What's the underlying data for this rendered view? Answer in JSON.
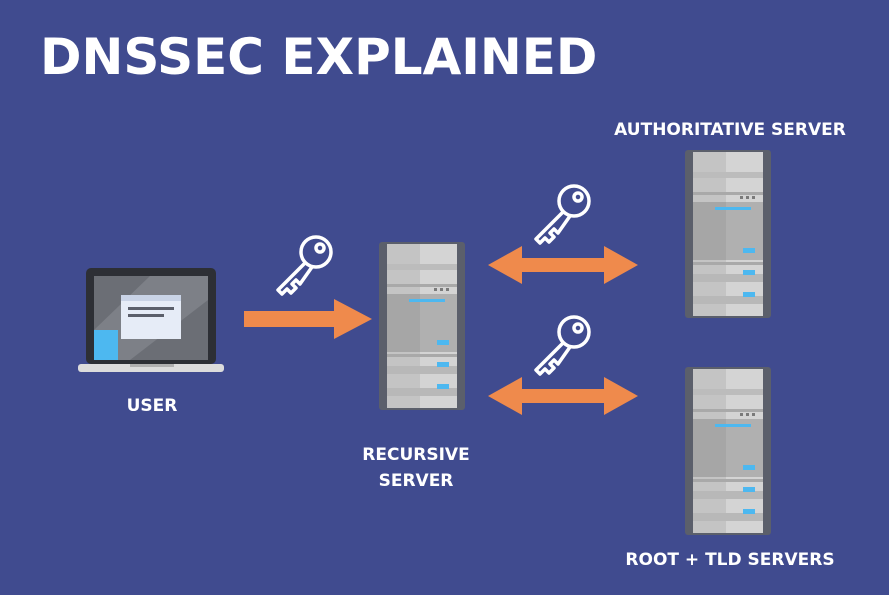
{
  "title": "DNSSEC EXPLAINED",
  "labels": {
    "user": "USER",
    "recursive_line1": "RECURSIVE",
    "recursive_line2": "SERVER",
    "authoritative": "AUTHORITATIVE SERVER",
    "root_tld": "ROOT + TLD SERVERS"
  },
  "icons": {
    "laptop": "laptop-icon",
    "server": "server-icon",
    "key": "key-icon",
    "arrow": "arrow-icon",
    "double_arrow": "double-arrow-icon"
  },
  "colors": {
    "background": "#404b8f",
    "arrow": "#ef8a4c",
    "screen_accent": "#4db8f0",
    "server_light": "#d9d9d9",
    "server_dark": "#5b5f6b"
  }
}
